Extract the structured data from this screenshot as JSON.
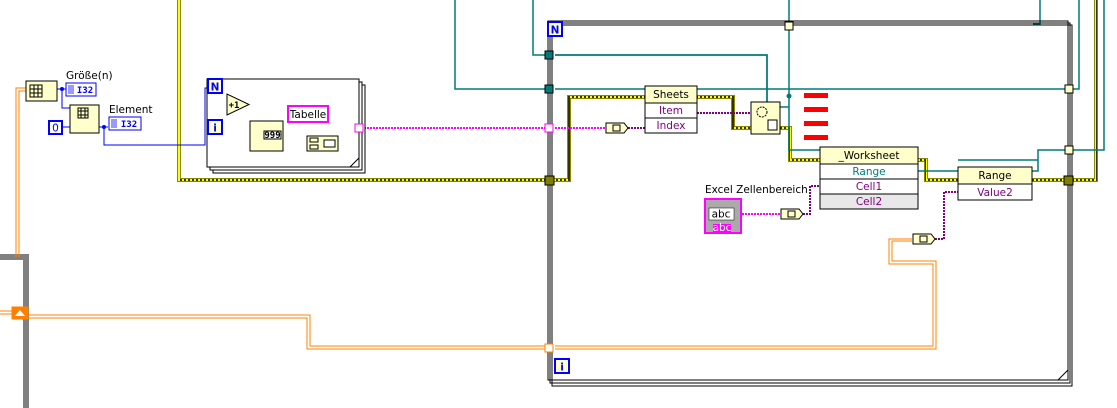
{
  "labels": {
    "size_indicator": "Größe(n)",
    "element_indicator": "Element",
    "excel_range_label": "Excel Zellenbereich"
  },
  "indicators": {
    "size_type": "I32",
    "element_type": "I32"
  },
  "constants": {
    "index_zero": "0",
    "sheet_name": "Tabelle",
    "string_control_value": "abc",
    "string_control_type": "abc"
  },
  "loops": {
    "inner_loop_count": "N",
    "inner_loop_iter": "i",
    "outer_loop_count": "N",
    "outer_loop_iter": "i"
  },
  "nodes": {
    "increment": "+1",
    "format_number": "999",
    "sheets_property": {
      "title": "Sheets",
      "rows": [
        "Item",
        "Index"
      ]
    },
    "worksheet_property": {
      "title": "_Worksheet",
      "rows": [
        "Range",
        "Cell1",
        "Cell2"
      ]
    },
    "range_property": {
      "title": "Range",
      "rows": [
        "Value2"
      ]
    }
  },
  "colors": {
    "refnum_wire": "#007a7a",
    "error_wire_a": "#8a8a00",
    "error_wire_b": "#ffff00",
    "string_wire": "#ff00ff",
    "variant_wire": "#800080",
    "array_wire": "#ff8000",
    "int_wire": "#0000ff",
    "node_fill": "#ffffcc",
    "broken_marks": "#ff0000"
  }
}
